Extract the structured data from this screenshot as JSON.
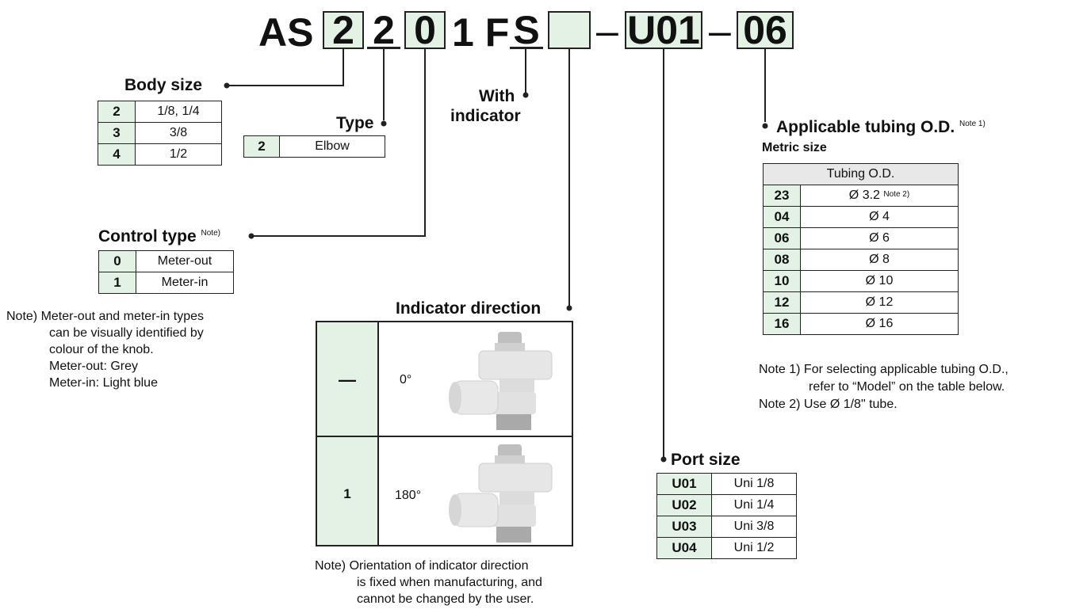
{
  "code": {
    "prefix": "AS",
    "body_size": "2",
    "type": "2",
    "control_type": "0",
    "fixed": "1 F",
    "indicator": "S",
    "indicator_direction": "",
    "dash1": "–",
    "port_size": "U01",
    "dash2": "–",
    "tubing": "06"
  },
  "body_size": {
    "title": "Body size",
    "rows": [
      {
        "k": "2",
        "v": "1/8, 1/4"
      },
      {
        "k": "3",
        "v": "3/8"
      },
      {
        "k": "4",
        "v": "1/2"
      }
    ]
  },
  "type": {
    "title": "Type",
    "rows": [
      {
        "k": "2",
        "v": "Elbow"
      }
    ]
  },
  "with_indicator": {
    "line1": "With",
    "line2": "indicator"
  },
  "control_type": {
    "title": "Control type",
    "note_mark": "Note)",
    "rows": [
      {
        "k": "0",
        "v": "Meter-out"
      },
      {
        "k": "1",
        "v": "Meter-in"
      }
    ],
    "note_lines": [
      "Note) Meter-out and meter-in types",
      "can be visually identified by",
      "colour of the knob.",
      "Meter-out: Grey",
      "Meter-in: Light blue"
    ]
  },
  "indicator_direction": {
    "title": "Indicator direction",
    "rows": [
      {
        "k": "—",
        "v": "0°"
      },
      {
        "k": "1",
        "v": "180°"
      }
    ],
    "note_lines": [
      "Note) Orientation of indicator direction",
      "is fixed when manufacturing, and",
      "cannot be changed by the user."
    ]
  },
  "tubing": {
    "title": "Applicable tubing O.D.",
    "note_mark": "Note 1)",
    "subtitle": "Metric size",
    "header": "Tubing O.D.",
    "rows": [
      {
        "k": "23",
        "v": "Ø 3.2",
        "note": "Note 2)"
      },
      {
        "k": "04",
        "v": "Ø 4",
        "note": ""
      },
      {
        "k": "06",
        "v": "Ø 6",
        "note": ""
      },
      {
        "k": "08",
        "v": "Ø 8",
        "note": ""
      },
      {
        "k": "10",
        "v": "Ø 10",
        "note": ""
      },
      {
        "k": "12",
        "v": "Ø 12",
        "note": ""
      },
      {
        "k": "16",
        "v": "Ø 16",
        "note": ""
      }
    ],
    "note1_lines": [
      "Note 1) For selecting applicable tubing O.D.,",
      "refer to “Model” on the table below."
    ],
    "note2": "Note 2) Use Ø 1/8\" tube."
  },
  "port_size": {
    "title": "Port size",
    "rows": [
      {
        "k": "U01",
        "v": "Uni 1/8"
      },
      {
        "k": "U02",
        "v": "Uni 1/4"
      },
      {
        "k": "U03",
        "v": "Uni 3/8"
      },
      {
        "k": "U04",
        "v": "Uni 1/2"
      }
    ]
  }
}
